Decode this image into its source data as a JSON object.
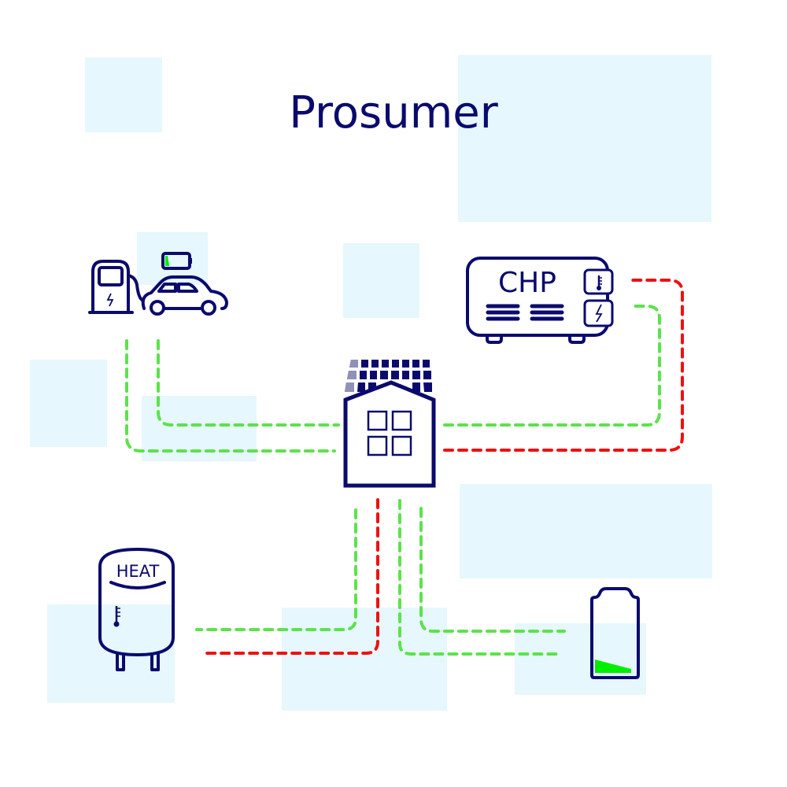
{
  "title": "Prosumer",
  "chp_label": "CHP",
  "heat_label": "HEAT",
  "colors": {
    "navy": "#0a0a6e",
    "electricity": "#5be34b",
    "heat": "#f01010",
    "highlight": "#e6f7fd"
  },
  "car_battery_level": 0.15,
  "home_battery_level": 0.2
}
